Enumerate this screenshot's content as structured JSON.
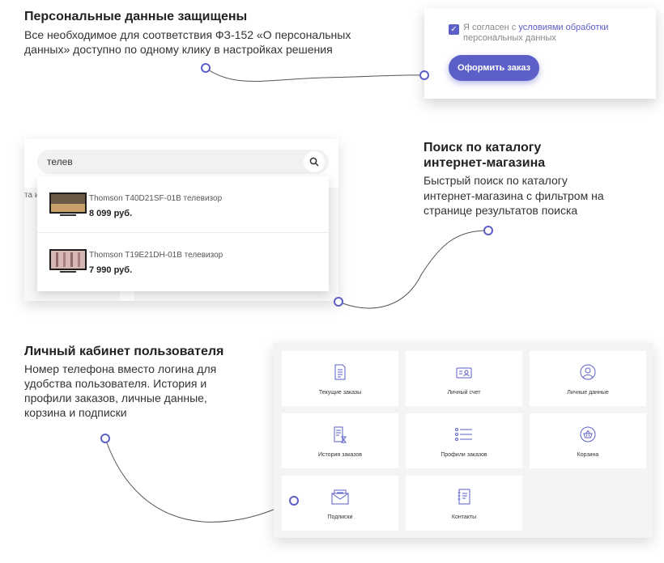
{
  "privacy": {
    "heading": "Персональные данные защищены",
    "desc_line1": "Все необходимое для соответствия ФЗ-152 «О персональных",
    "desc_line2": "данных» доступно по одному клику в настройках решения"
  },
  "consent": {
    "text_prefix": "Я согласен с ",
    "link_text": "условиями обработки",
    "text_suffix": "персональных данных",
    "checked": true,
    "order_button": "Оформить заказ"
  },
  "catalog": {
    "heading_line1": "Поиск по каталогу",
    "heading_line2": "интернет-магазина",
    "desc_line1": "Быстрый поиск по каталогу",
    "desc_line2": "интернет-магазина с фильтром на",
    "desc_line3": "странице результатов поиска"
  },
  "search": {
    "query": "телев",
    "cut_text": "та и",
    "results": [
      {
        "name": "Thomson T40D21SF-01B телевизор",
        "price": "8 099 руб."
      },
      {
        "name": "Thomson T19E21DH-01B телевизор",
        "price": "7 990 руб."
      }
    ]
  },
  "cabinet": {
    "heading": "Личный кабинет пользователя",
    "desc_line1": "Номер телефона вместо логина для",
    "desc_line2": "удобства пользователя. История и",
    "desc_line3": "профили заказов, личные данные,",
    "desc_line4": "корзина и подписки",
    "tiles": [
      {
        "label": "Текущие заказы",
        "icon": "document-list-icon"
      },
      {
        "label": "Личный счет",
        "icon": "id-card-icon"
      },
      {
        "label": "Личные данные",
        "icon": "user-circle-icon"
      },
      {
        "label": "История заказов",
        "icon": "history-document-icon"
      },
      {
        "label": "Профили заказов",
        "icon": "list-icon"
      },
      {
        "label": "Корзина",
        "icon": "basket-icon"
      },
      {
        "label": "Подписки",
        "icon": "envelope-icon"
      },
      {
        "label": "Контакты",
        "icon": "notebook-icon"
      }
    ]
  },
  "colors": {
    "accent": "#5b5fc7",
    "text": "#333333",
    "line": "#555555"
  }
}
